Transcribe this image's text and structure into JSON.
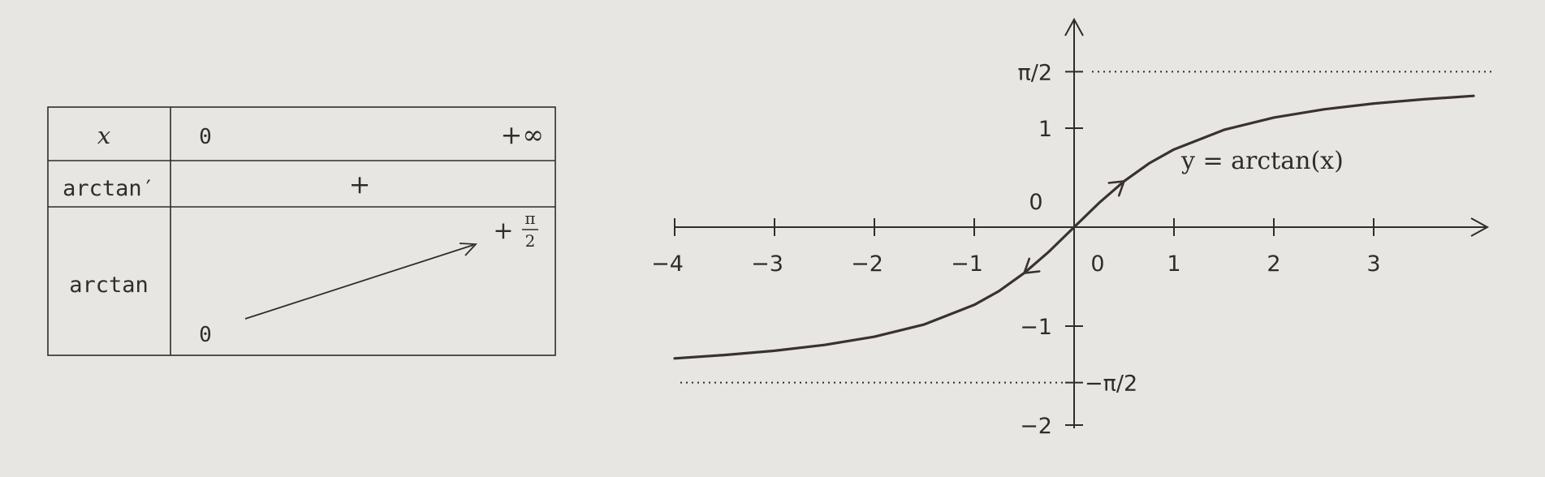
{
  "variation_table": {
    "header_x": "x",
    "header_x_start": "0",
    "header_x_end": "+∞",
    "row_derivative_label": "arctan′",
    "row_derivative_sign": "+",
    "row_function_label": "arctan",
    "value_start": "0",
    "value_end_sign": "+",
    "value_end_numerator": "π",
    "value_end_denominator": "2"
  },
  "chart_data": {
    "type": "line",
    "function_label": "y = arctan(x)",
    "x_ticks": [
      -4,
      -3,
      -2,
      -1,
      0,
      1,
      2,
      3
    ],
    "x_tick_labels": [
      "−4",
      "−3",
      "−2",
      "−1",
      "0",
      "1",
      "2",
      "3"
    ],
    "y_ticks": [
      -2,
      -1,
      1
    ],
    "y_tick_labels": [
      "−2",
      "−1",
      "1"
    ],
    "origin_label": "0",
    "asymptote_upper_label": "π/2",
    "asymptote_lower_label": "−π/2",
    "asymptote_upper": 1.5708,
    "asymptote_lower": -1.5708,
    "x_range": [
      -4,
      4.2
    ],
    "y_range": [
      -2,
      2
    ],
    "series": [
      {
        "x": [
          -4,
          -3.5,
          -3,
          -2.5,
          -2,
          -1.5,
          -1,
          -0.75,
          -0.5,
          -0.25,
          0,
          0.25,
          0.5,
          0.75,
          1,
          1.5,
          2,
          2.5,
          3,
          3.5,
          4
        ],
        "y": [
          -1.326,
          -1.292,
          -1.249,
          -1.19,
          -1.107,
          -0.983,
          -0.785,
          -0.644,
          -0.464,
          -0.245,
          0,
          0.245,
          0.464,
          0.644,
          0.785,
          0.983,
          1.107,
          1.19,
          1.249,
          1.292,
          1.326
        ]
      }
    ],
    "colors": {
      "ink": "#2f2d2c",
      "curve": "#3a3230"
    }
  }
}
